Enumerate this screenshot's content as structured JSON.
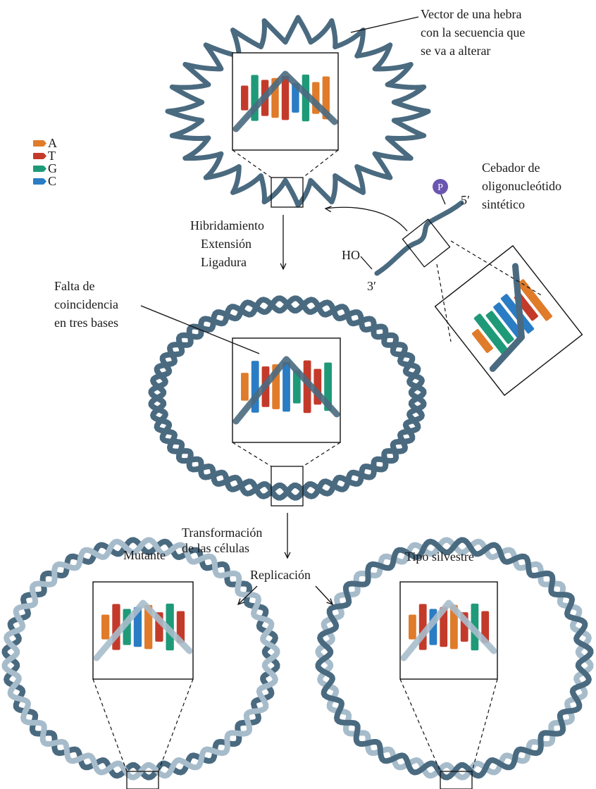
{
  "colors": {
    "strand_dark": "#4a6a80",
    "strand_light": "#a7bccb",
    "base_A": "#e07b2a",
    "base_T": "#c43a2a",
    "base_G": "#1f9a78",
    "base_C": "#2a7cc4",
    "phosphate": "#6a56b0"
  },
  "legend": [
    {
      "letter": "A",
      "color_key": "base_A"
    },
    {
      "letter": "T",
      "color_key": "base_T"
    },
    {
      "letter": "G",
      "color_key": "base_G"
    },
    {
      "letter": "C",
      "color_key": "base_C"
    }
  ],
  "labels": {
    "vector": [
      "Vector de una hebra",
      "con la secuencia que",
      "se va a alterar"
    ],
    "primer": [
      "Cebador de",
      "oligonucleótido",
      "sintético"
    ],
    "phosphate": "P",
    "five_prime": "5′",
    "three_prime": "3′",
    "ho": "HO",
    "step1": [
      "Hibridamiento",
      "Extensión",
      "Ligadura"
    ],
    "mismatch": [
      "Falta de",
      "coincidencia",
      "en tres bases"
    ],
    "step2": [
      "Transformación",
      "de las células"
    ],
    "replication": "Replicación",
    "mutant": "Mutante",
    "wildtype": "Tipo silvestre"
  }
}
